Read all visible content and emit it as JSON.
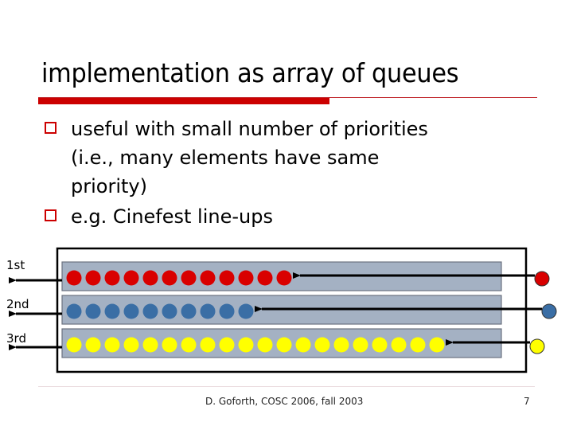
{
  "slide": {
    "title": "implementation as array of queues",
    "bullets": [
      {
        "text_lines": [
          "useful with small number of priorities",
          "(i.e., many elements have same",
          "priority)"
        ]
      },
      {
        "text_lines": [
          "e.g. Cinefest line-ups"
        ]
      }
    ],
    "bullet_icon": "hollow-square-icon",
    "accent_color": "#cc0000",
    "footer": {
      "text": "D. Goforth, COSC 2006, fall 2003",
      "page_number": "7"
    }
  },
  "diagram": {
    "queue_fill": "#a4b1c3",
    "queues": [
      {
        "label": "1st",
        "color": "#d90000",
        "count": 12,
        "incoming_color": "#d90000"
      },
      {
        "label": "2nd",
        "color": "#3a6ea5",
        "count": 10,
        "incoming_color": "#3a6ea5"
      },
      {
        "label": "3rd",
        "color": "#ffff00",
        "count": 20,
        "incoming_color": "#ffff00"
      }
    ]
  }
}
